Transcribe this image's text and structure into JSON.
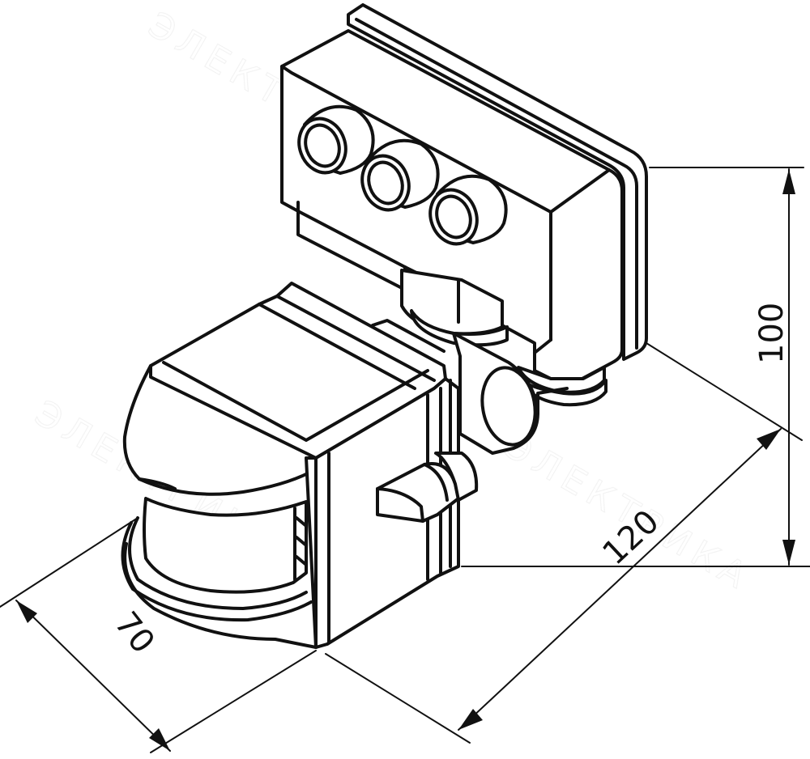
{
  "drawing": {
    "subject": "Motion sensor (PIR detector) with swivel mounting bracket",
    "line_color": "#111111",
    "background_color": "#ffffff",
    "watermark_text": "ЭЛЕКТРИКА"
  },
  "dimensions": {
    "height": {
      "label": "100",
      "orientation": "vertical"
    },
    "length": {
      "label": "120",
      "orientation": "diagonal"
    },
    "width": {
      "label": "70",
      "orientation": "diagonal"
    }
  },
  "parts": {
    "mounting_plate": {
      "cable_glands": 3
    },
    "sensor_head": {
      "lens": "fresnel-dome"
    },
    "swivel_joint": {},
    "adjustment_knob": {}
  }
}
